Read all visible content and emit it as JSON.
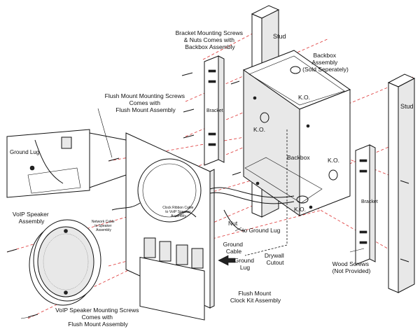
{
  "labels": {
    "stud_left": "Stud",
    "stud_right": "Stud",
    "bracket_screws": [
      "Bracket Mounting Screws",
      "& Nuts Comes with",
      "Backbox Assembly"
    ],
    "backbox_assembly": [
      "Backbox",
      "Assembly",
      "(Sold Seperately)"
    ],
    "ko_top": "K.O.",
    "ko_left": "K.O.",
    "ko_right": "K.O.",
    "ko_bottom": "K.O.",
    "backbox": "Backbox",
    "bracket_left": "Bracket",
    "bracket_right": "Bracket",
    "flush_screws": [
      "Flush Mount Mounting Screws",
      "Comes with",
      "Flush Mount Assembly"
    ],
    "ground_lug_inset": "Ground Lug",
    "voip_assembly": [
      "VoIP Speaker",
      "Assembly"
    ],
    "network_cable": [
      "Network Cable",
      "to Speaker",
      "Assembly"
    ],
    "clock_ribbon": [
      "Clock Ribbon Cable",
      "to VoIP Speaker",
      "Assembly"
    ],
    "nut": "Nut",
    "to_ground_lug": "to Ground Lug",
    "ground_cable": [
      "Ground",
      "Cable"
    ],
    "ground_lug": [
      "Ground",
      "Lug"
    ],
    "drywall_cutout": [
      "Drywall",
      "Cutout"
    ],
    "wood_screws": [
      "Wood Screws",
      "(Not Provided)"
    ],
    "flush_kit": [
      "Flush Mount",
      "Clock Kit Assembly"
    ],
    "voip_screws": [
      "VoIP Speaker Mounting Screws",
      "Comes with",
      "Flush Mount Assembly"
    ]
  }
}
